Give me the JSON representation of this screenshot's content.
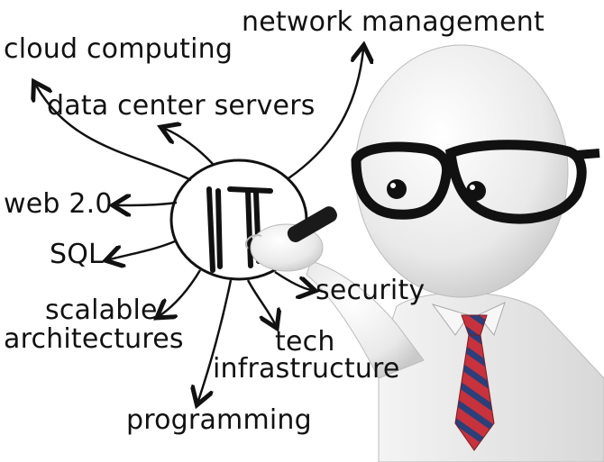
{
  "diagram": {
    "center": "IT",
    "labels": {
      "cloud": "cloud computing",
      "datacenter": "data center servers",
      "network": "network management",
      "web": "web 2.0",
      "sql": "SQL",
      "scalable1": "scalable",
      "scalable2": "architectures",
      "security": "security",
      "tech1": "tech",
      "tech2": "infrastructure",
      "programming": "programming"
    }
  },
  "colors": {
    "ink": "#111111",
    "figure": "#e8e8e8",
    "tie_red": "#c8323c",
    "tie_blue": "#2b3f7a"
  }
}
